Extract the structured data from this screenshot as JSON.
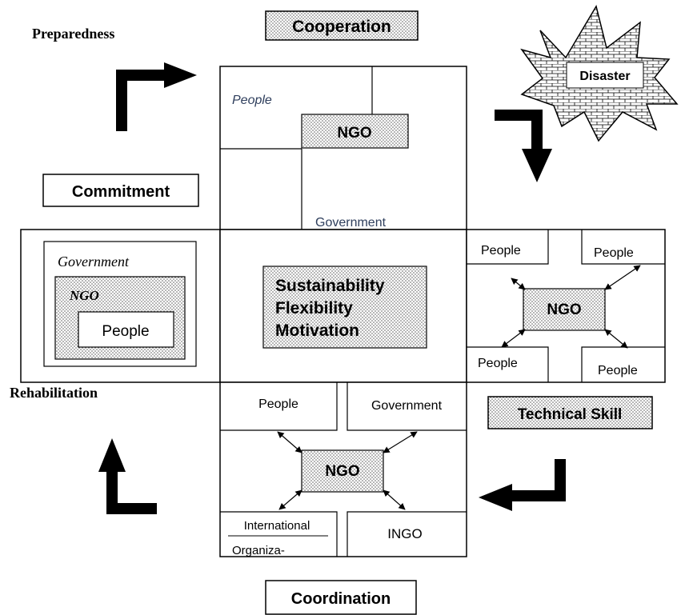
{
  "phases": {
    "preparedness": "Preparedness",
    "rehabilitation": "Rehabilitation"
  },
  "labels": {
    "cooperation": "Cooperation",
    "commitment": "Commitment",
    "disaster": "Disaster",
    "technical_skill": "Technical Skill",
    "coordination": "Coordination"
  },
  "top_box": {
    "people": "People",
    "ngo": "NGO",
    "government": "Government"
  },
  "left_box": {
    "government": "Government",
    "ngo": "NGO",
    "people": "People"
  },
  "center_box": {
    "lines": [
      "Sustainability",
      "Flexibility",
      "Motivation"
    ]
  },
  "right_box": {
    "people_top_left": "People",
    "people_top_right": "People",
    "ngo": "NGO",
    "people_bottom_left": "People",
    "people_bottom_right": "People"
  },
  "bottom_box": {
    "people": "People",
    "government": "Government",
    "ngo": "NGO",
    "international_line1": "International",
    "international_line2": "Organiza-",
    "ingo": "INGO"
  },
  "colors": {
    "stroke": "#000000",
    "fill": "#ffffff",
    "dots": "#555555",
    "label_blue": "#2e3e5c"
  }
}
